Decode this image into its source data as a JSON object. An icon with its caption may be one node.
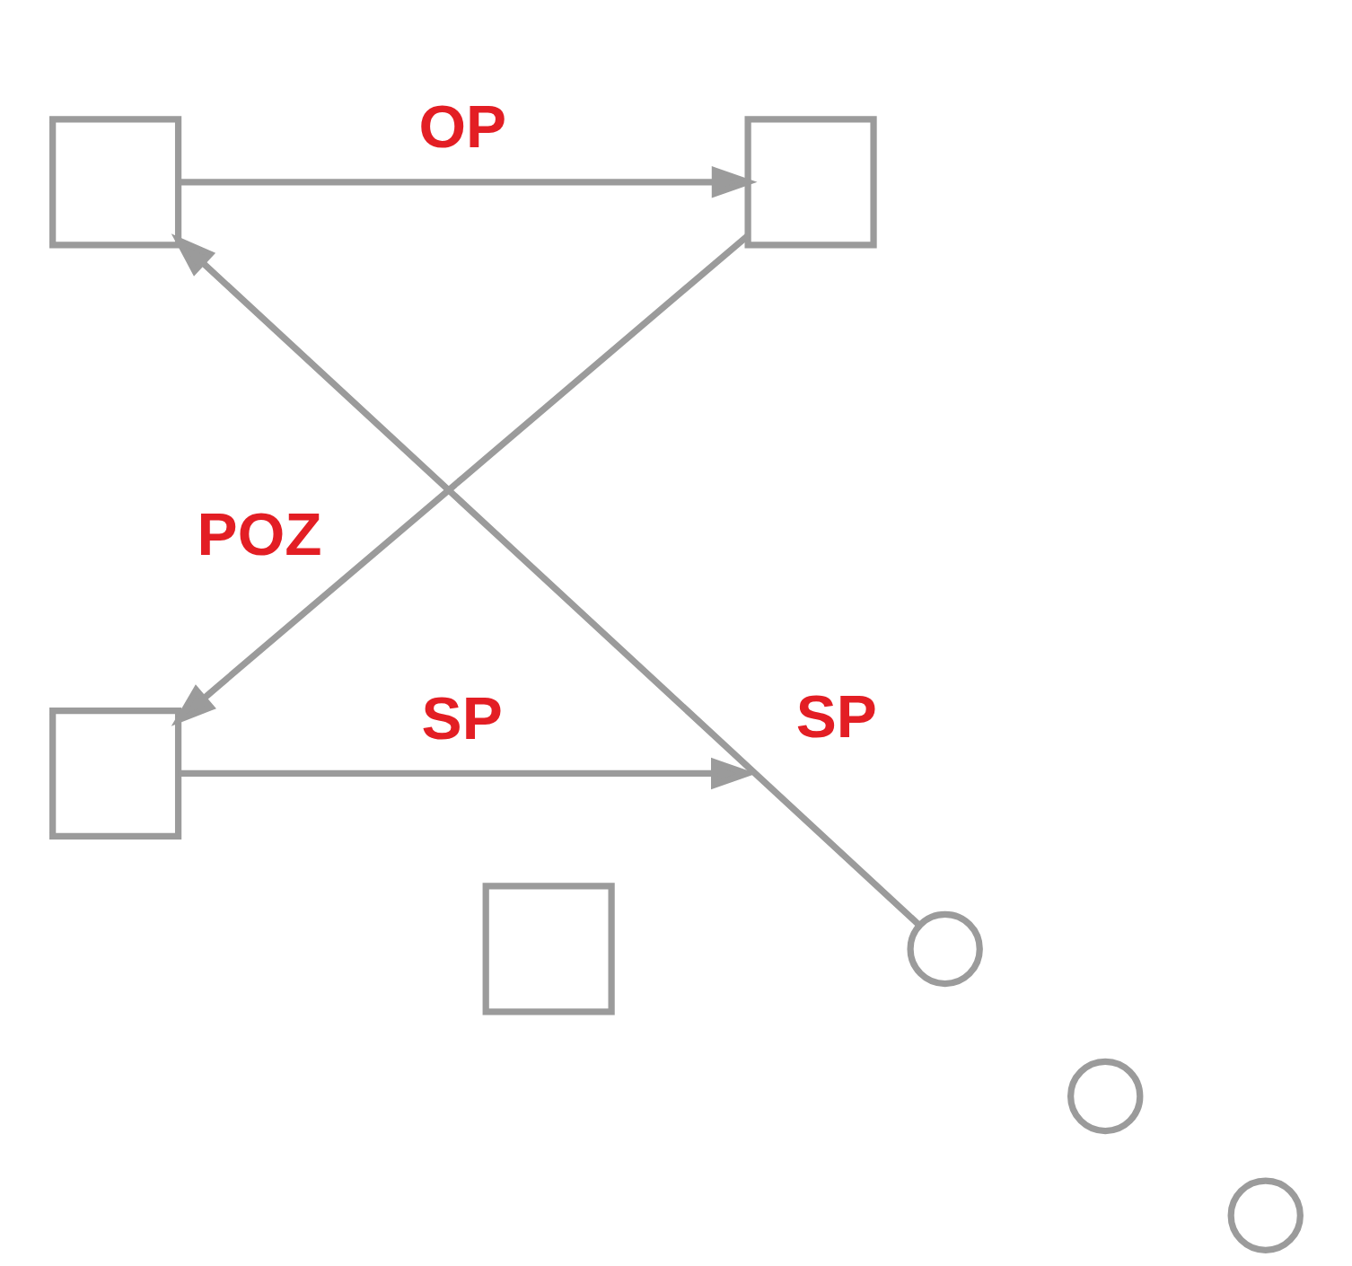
{
  "diagram": {
    "nodes": [
      {
        "text": [],
        "shape": "box"
      },
      {
        "text": [],
        "shape": "box"
      },
      {
        "text": [],
        "shape": "box"
      },
      {
        "text": [],
        "shape": "box"
      },
      {
        "text": [],
        "shape": "circle"
      },
      {
        "text": [],
        "shape": "circle"
      },
      {
        "text": [],
        "shape": "circle"
      }
    ],
    "edges": [
      {
        "from": 0,
        "to": 1,
        "arrow": "to",
        "label": "OP"
      },
      {
        "from": 1,
        "to": 2,
        "arrow": "to",
        "label": "POZ"
      },
      {
        "from": 2,
        "to": null,
        "arrow": "to",
        "label": "SP"
      },
      {
        "from": 4,
        "to": 0,
        "arrow": "to",
        "label": "SP"
      }
    ]
  }
}
